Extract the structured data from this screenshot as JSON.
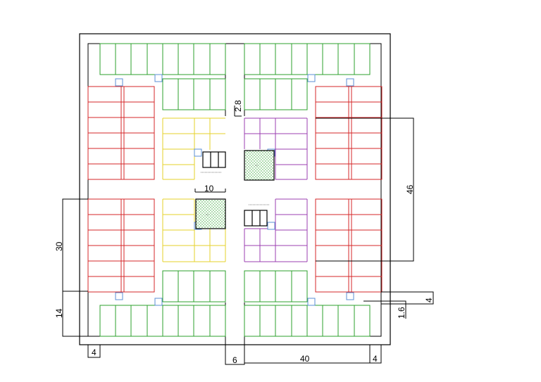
{
  "plan": {
    "dimensions": {
      "d46": "46",
      "d30": "30",
      "d14": "14",
      "d2_8": "2.8",
      "d10": "10",
      "d4_right": "4",
      "d1_6": "1.6",
      "d4_bottom_left": "4",
      "d6": "6",
      "d40": "40",
      "d4_bottom_right": "4"
    },
    "colors": {
      "green": "#2ca02c",
      "red": "#d62728",
      "yellow": "#e6d22a",
      "purple": "#9b3fb0",
      "blue": "#5b8fd6",
      "hatch": "#3caa3c",
      "line": "#000000"
    }
  }
}
